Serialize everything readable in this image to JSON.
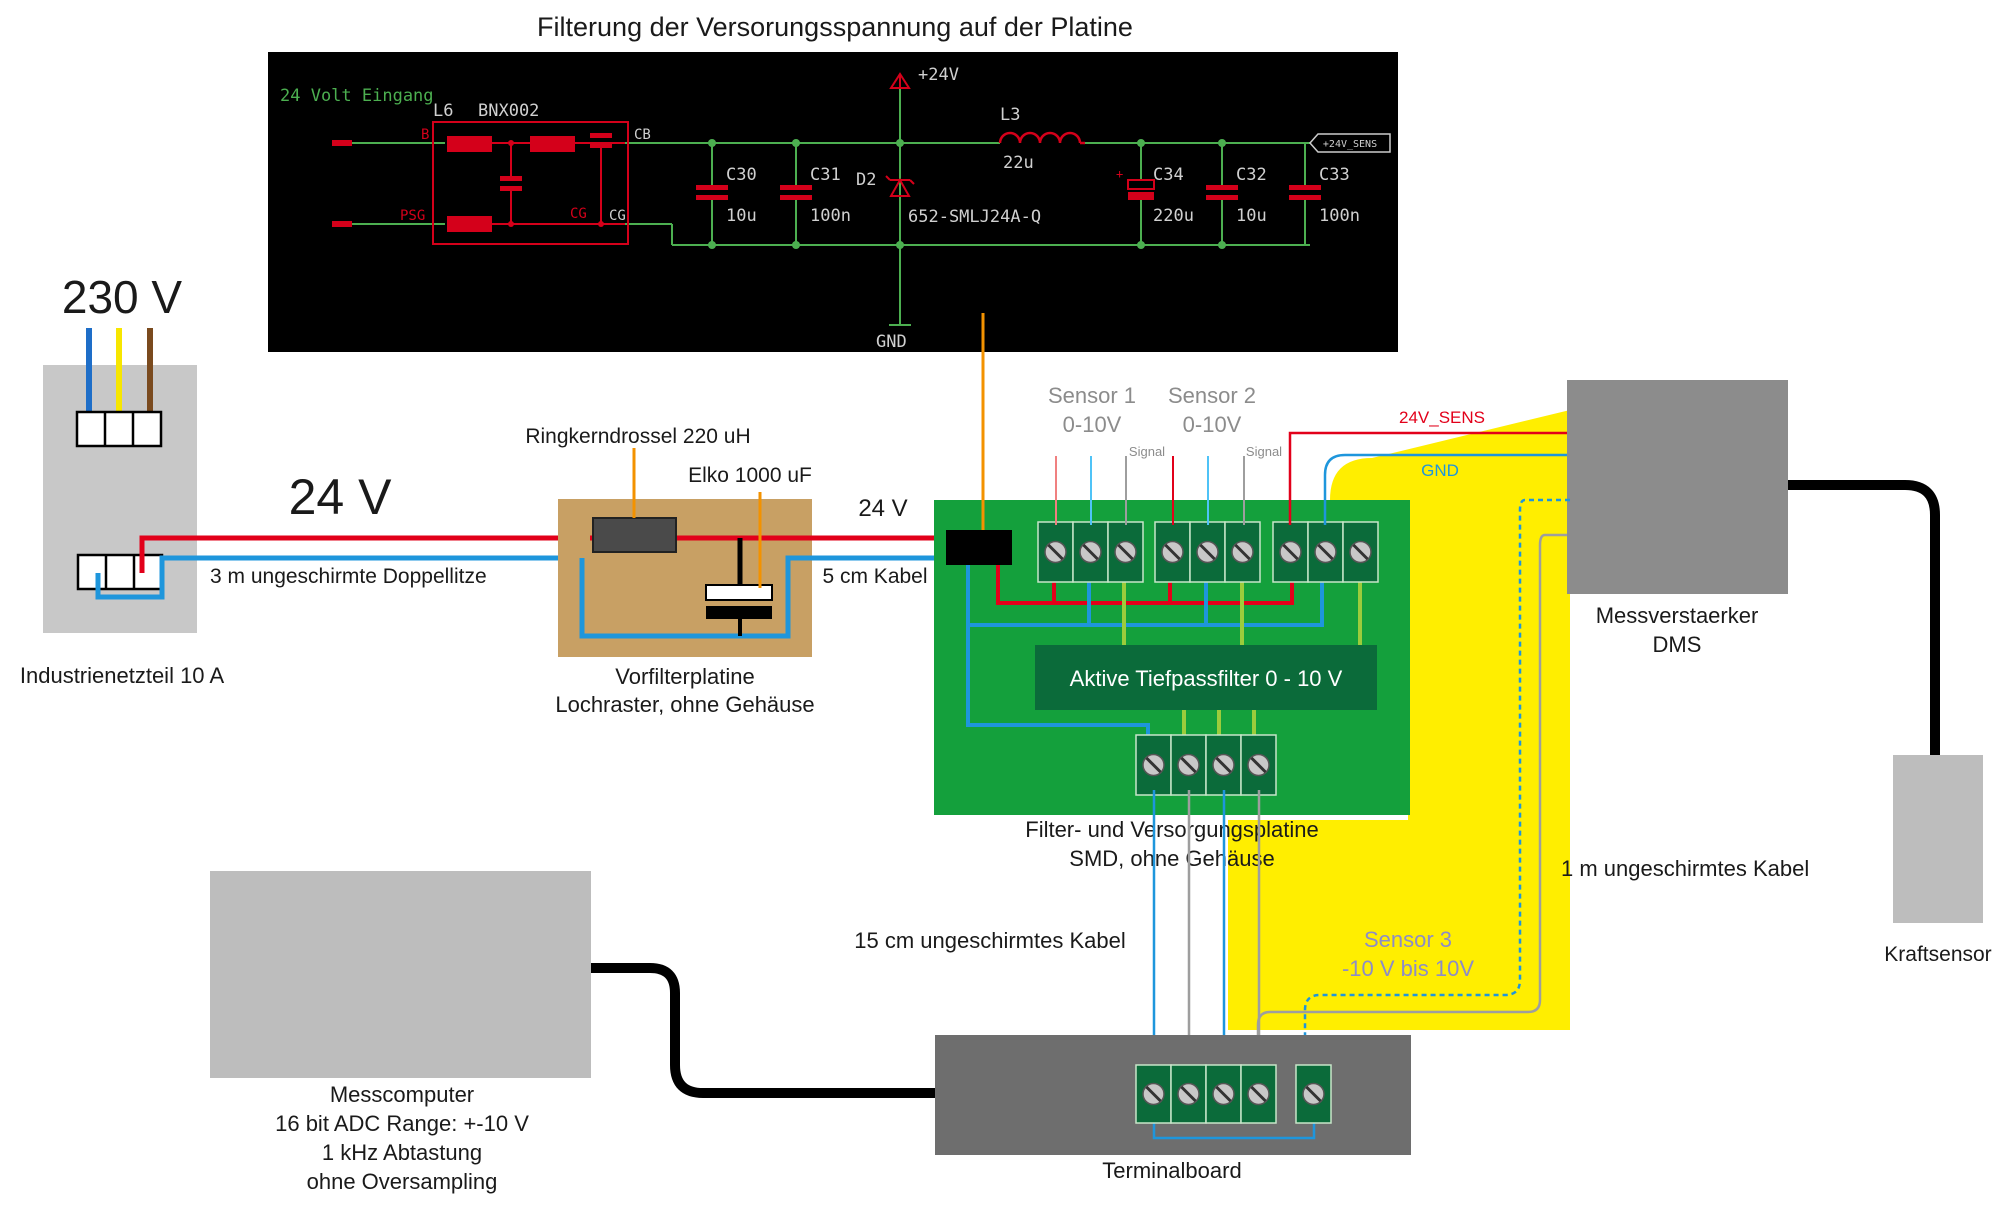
{
  "title": "Filterung der Versorungsspannung auf der Platine",
  "schematic": {
    "input_label": "24 Volt Eingang",
    "l6_ref": "L6",
    "l6_part": "BNX002",
    "pin_b": "B",
    "pin_cb": "CB",
    "pin_psg": "PSG",
    "pin_cg1": "CG",
    "pin_cg2": "CG",
    "vcc_label": "+24V",
    "l3_ref": "L3",
    "l3_value": "22u",
    "sens_label": "+24V_SENS",
    "gnd_label": "GND",
    "d2_ref": "D2",
    "d2_part": "652-SMLJ24A-Q",
    "c30_ref": "C30",
    "c30_val": "10u",
    "c31_ref": "C31",
    "c31_val": "100n",
    "c34_ref": "C34",
    "c34_val": "220u",
    "c32_ref": "C32",
    "c32_val": "10u",
    "c33_ref": "C33",
    "c33_val": "100n"
  },
  "mains": {
    "voltage_label": "230 V",
    "supply_label": "Industrienetzteil 10 A"
  },
  "supply_line": {
    "voltage_label": "24 V",
    "cable_label": "3 m ungeschirmte Doppellitze"
  },
  "prefilter": {
    "choke_label": "Ringkerndrossel 220 uH",
    "elko_label": "Elko 1000 uF",
    "board_label_1": "Vorfilterplatine",
    "board_label_2": "Lochraster, ohne Gehäuse",
    "out_voltage_label": "24 V",
    "out_cable_label": "5 cm Kabel"
  },
  "main_board": {
    "sensor1_line1": "Sensor 1",
    "sensor1_line2": "0-10V",
    "sensor2_line1": "Sensor 2",
    "sensor2_line2": "0-10V",
    "signal1": "Signal",
    "signal2": "Signal",
    "sens_wire_label": "24V_SENS",
    "gnd_wire_label": "GND",
    "filter_label": "Aktive Tiefpassfilter 0 - 10 V",
    "board_label_1": "Filter- und Versorgungsplatine",
    "board_label_2": "SMD, ohne Gehäuse"
  },
  "amplifier": {
    "label_1": "Messverstaerker",
    "label_2": "DMS",
    "cable_label": "1 m ungeschirmtes Kabel"
  },
  "force_sensor": {
    "label": "Kraftsensor"
  },
  "sensor3": {
    "line1": "Sensor 3",
    "line2": "-10 V bis 10V"
  },
  "cable_15cm": "15 cm ungeschirmtes Kabel",
  "terminal": {
    "label": "Terminalboard"
  },
  "computer": {
    "line1": "Messcomputer",
    "line2": "16 bit ADC Range: +-10 V",
    "line3": "1 kHz Abtastung",
    "line4": "ohne Oversampling"
  },
  "colors": {
    "red_wire": "#e2001a",
    "blue_wire": "#1e96dc",
    "yellow_area": "#ffee00",
    "green_board": "#14a03c",
    "dark_green": "#0b6b3a",
    "prefilter_board": "#c8a064",
    "schematic_bg": "#000000",
    "schematic_green": "#4caf50",
    "schematic_red": "#d4001a",
    "orange_pointer": "#f39200"
  }
}
